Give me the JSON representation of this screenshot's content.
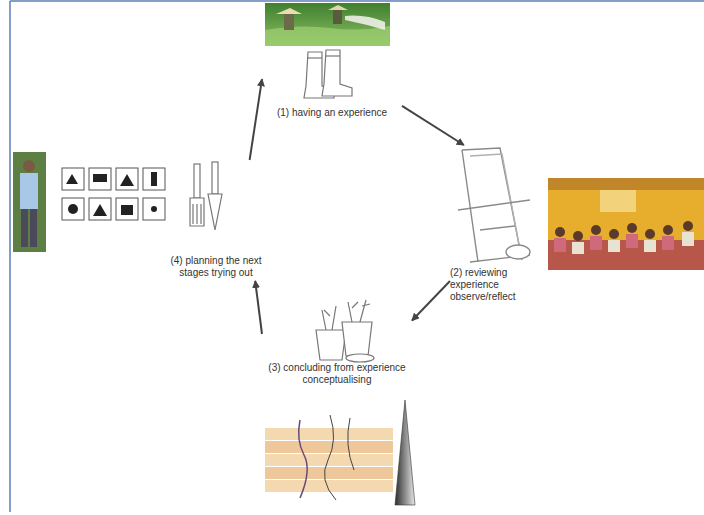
{
  "diagram": {
    "nodes": [
      {
        "text": [
          "(1) having an experience"
        ]
      },
      {
        "text": [
          "(2) reviewing experience observe/reflect"
        ]
      },
      {
        "text": [
          "(3) concluding from experience conceptualising"
        ]
      },
      {
        "text": [
          "(4) planning the next stages trying out"
        ]
      }
    ],
    "edges": [
      {
        "from": 0,
        "to": 1,
        "arrow": "to"
      },
      {
        "from": 1,
        "to": 2,
        "arrow": "to"
      },
      {
        "from": 2,
        "to": 3,
        "arrow": "to"
      },
      {
        "from": 3,
        "to": 0,
        "arrow": "to"
      }
    ]
  }
}
